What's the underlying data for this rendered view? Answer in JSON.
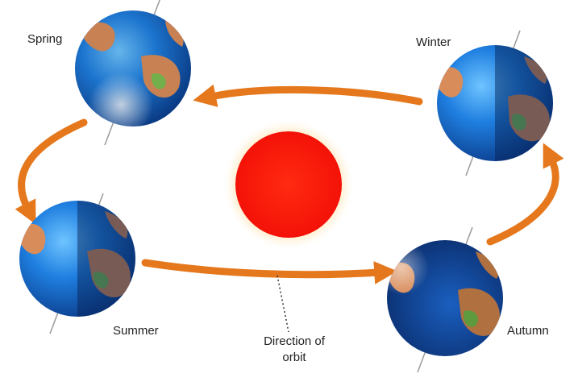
{
  "seasons": {
    "spring": "Spring",
    "winter": "Winter",
    "summer": "Summer",
    "autumn": "Autumn"
  },
  "annotation": {
    "orbit_direction": "Direction of orbit"
  },
  "colors": {
    "orbit_arrow": "#e5781c",
    "sun": "#ff1a0a",
    "sun_glow": "#ffd98a",
    "ocean": "#1d6fd6",
    "land": "#d88c5a",
    "vegetation": "#7dbf52"
  },
  "icons": [
    "sun",
    "earth-globe",
    "orbit-arrow"
  ]
}
